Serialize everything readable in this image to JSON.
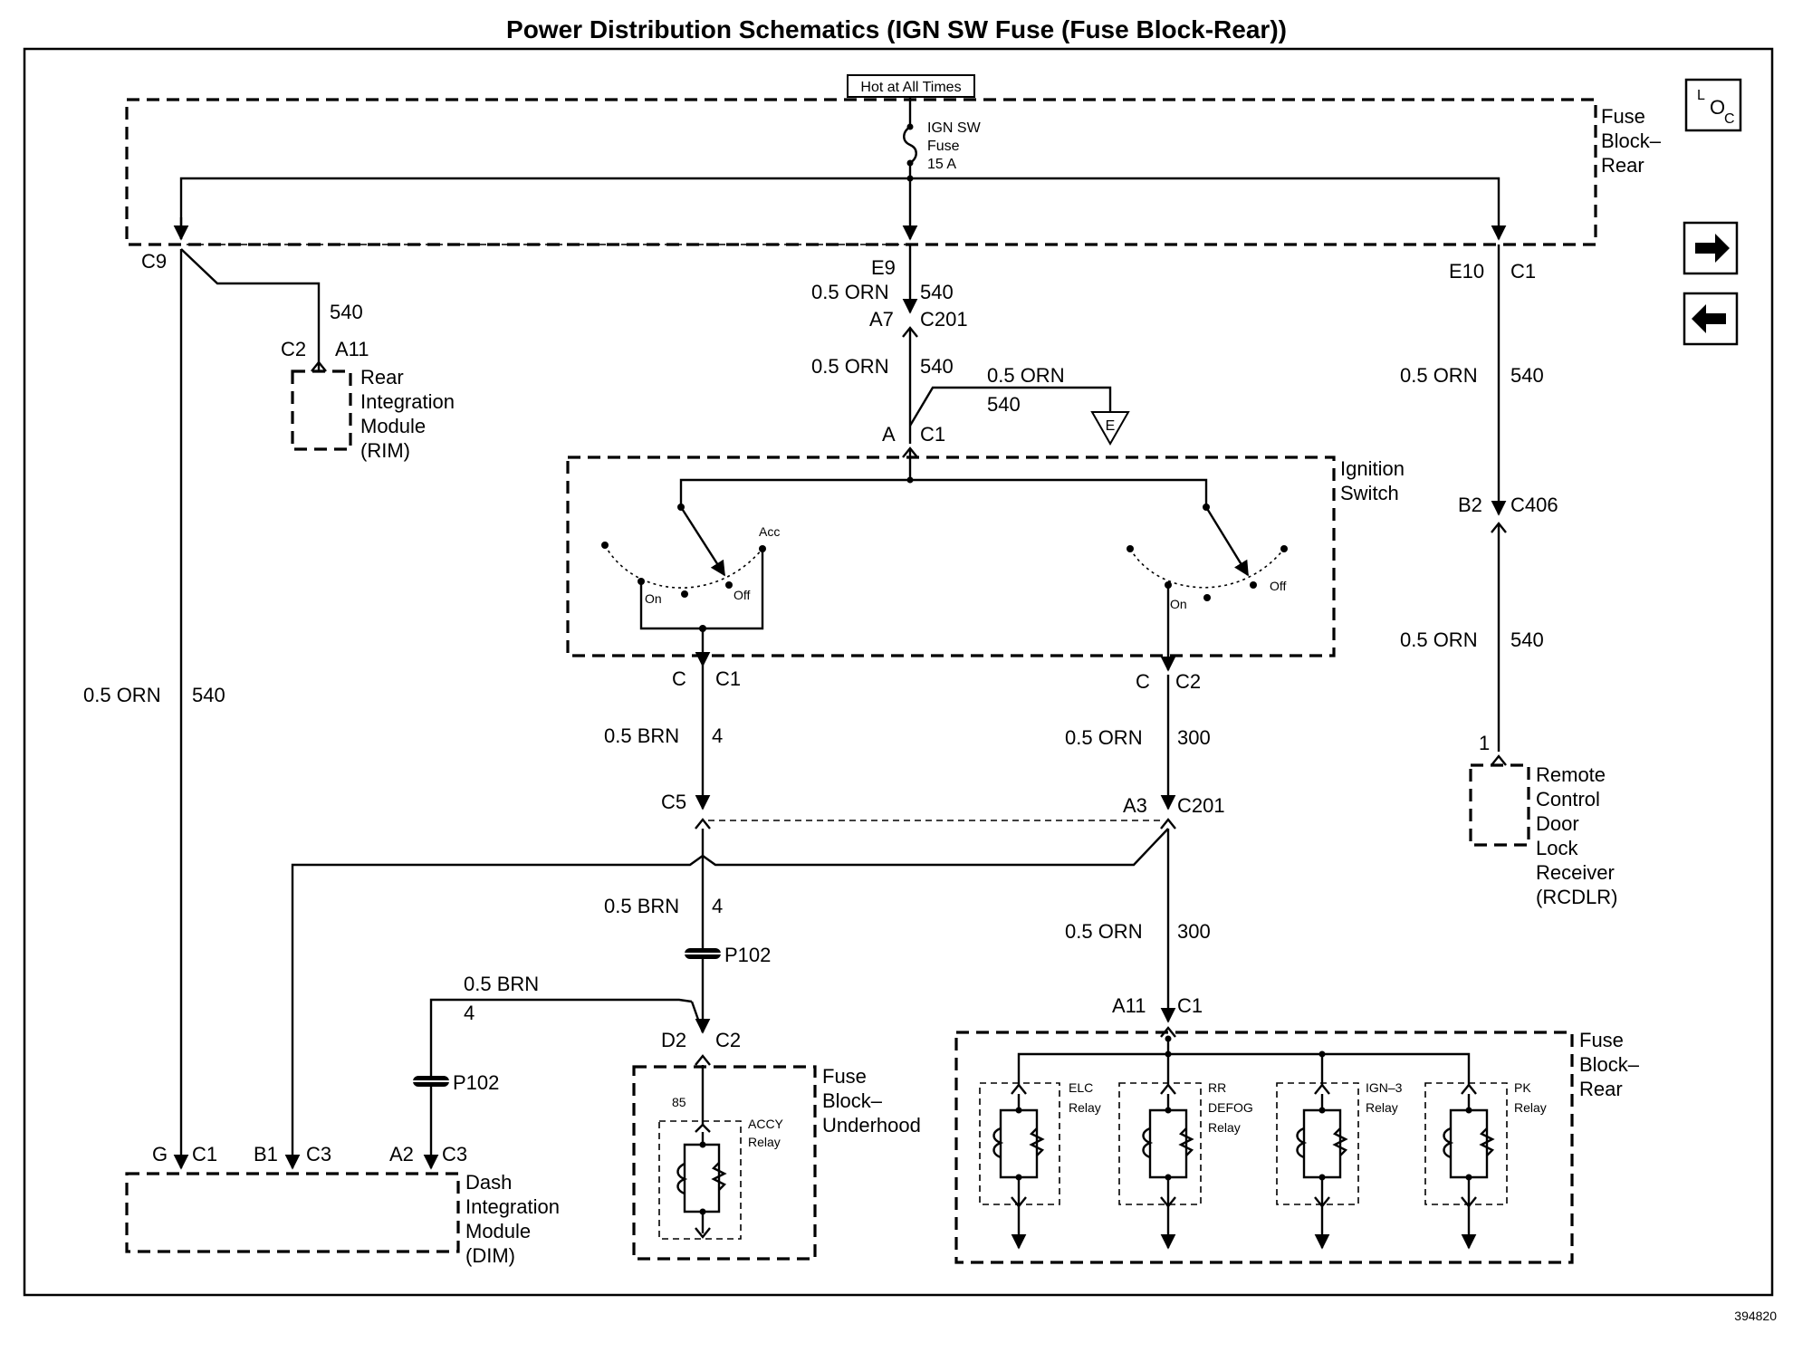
{
  "title": "Power Distribution Schematics (IGN SW Fuse (Fuse Block-Rear))",
  "figure_number": "394820",
  "hot_label": "Hot at All Times",
  "fuse": {
    "l1": "IGN SW",
    "l2": "Fuse",
    "l3": "15 A"
  },
  "components": {
    "fuse_block_rear_top": [
      "Fuse",
      "Block–",
      "Rear"
    ],
    "rim": [
      "Rear",
      "Integration",
      "Module",
      "(RIM)"
    ],
    "ignition_switch": [
      "Ignition",
      "Switch"
    ],
    "rcdlr": [
      "Remote",
      "Control",
      "Door",
      "Lock",
      "Receiver",
      "(RCDLR)"
    ],
    "fuse_block_underhood": [
      "Fuse",
      "Block–",
      "Underhood"
    ],
    "fuse_block_rear_bottom": [
      "Fuse",
      "Block–",
      "Rear"
    ],
    "dim": [
      "Dash",
      "Integration",
      "Module",
      "(DIM)"
    ]
  },
  "nav_icons": {
    "loc": {
      "L": "L",
      "O": "O",
      "C": "C"
    }
  },
  "connectors": {
    "c9": "C9",
    "e9": "E9",
    "e10": "E10",
    "e10_c1": "C1",
    "a7": "A7",
    "c201_top": "C201",
    "c2_rim": "C2",
    "a11_rim": "A11",
    "a_c1": "A",
    "c1_ign": "C1",
    "b2": "B2",
    "c406": "C406",
    "c_left": "C",
    "c1_left": "C1",
    "c_right": "C",
    "c2_right": "C2",
    "c5": "C5",
    "a3": "A3",
    "c201_mid": "C201",
    "pin1": "1",
    "p102_a": "P102",
    "p102_b": "P102",
    "d2": "D2",
    "c2_under": "C2",
    "a11_bottom": "A11",
    "c1_bottom": "C1",
    "g": "G",
    "c1_dim": "C1",
    "b1": "B1",
    "c3_dim1": "C3",
    "a2": "A2",
    "c3_dim2": "C3",
    "pin85": "85"
  },
  "wires": {
    "w540_rim": "540",
    "w_e9_color": "0.5 ORN",
    "w_e9_circ": "540",
    "w_c201_color": "0.5 ORN",
    "w_c201_circ": "540",
    "w_gnd_color": "0.5 ORN",
    "w_gnd_circ": "540",
    "w_right1_color": "0.5 ORN",
    "w_right1_circ": "540",
    "w_right2_color": "0.5 ORN",
    "w_right2_circ": "540",
    "w_left_color": "0.5 ORN",
    "w_left_circ": "540",
    "w_brn1_color": "0.5 BRN",
    "w_brn1_circ": "4",
    "w_orn300a_color": "0.5 ORN",
    "w_orn300a_circ": "300",
    "w_brn2_color": "0.5 BRN",
    "w_brn2_circ": "4",
    "w_orn300b_color": "0.5 ORN",
    "w_orn300b_circ": "300",
    "w_brn3_color": "0.5 BRN",
    "w_brn3_circ": "4"
  },
  "ground_label": "E",
  "switch_labels": {
    "acc": "Acc",
    "on_left": "On",
    "off_left": "Off",
    "on_right": "On",
    "off_right": "Off"
  },
  "relays": {
    "accy": [
      "ACCY",
      "Relay"
    ],
    "elc": [
      "ELC",
      "Relay"
    ],
    "rr_defog": [
      "RR",
      "DEFOG",
      "Relay"
    ],
    "ign3": [
      "IGN–3",
      "Relay"
    ],
    "pk": [
      "PK",
      "Relay"
    ]
  }
}
